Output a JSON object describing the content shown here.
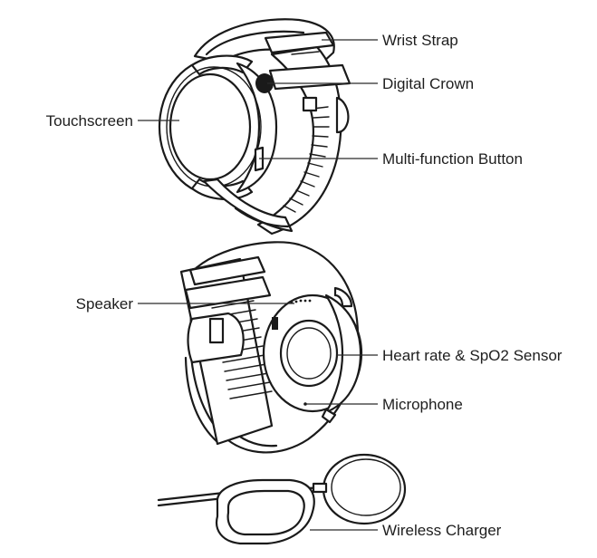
{
  "labels": {
    "wrist_strap": "Wrist Strap",
    "digital_crown": "Digital Crown",
    "touchscreen": "Touchscreen",
    "multi_function_button": "Multi-function Button",
    "speaker": "Speaker",
    "heart_rate_sensor": "Heart rate & SpO2 Sensor",
    "microphone": "Microphone",
    "wireless_charger": "Wireless Charger"
  },
  "colors": {
    "ink": "#1a1a1a",
    "background": "#ffffff"
  }
}
